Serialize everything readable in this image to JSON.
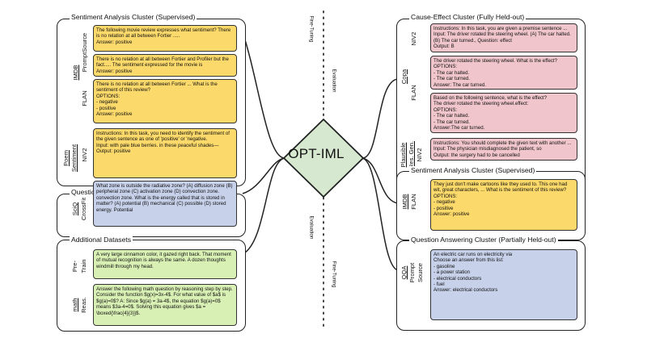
{
  "center": {
    "label": "OPT-IML",
    "color": "#d7e8d0"
  },
  "axis_labels": {
    "top_left": "Fine-Tuning",
    "top_right": "Evaluation",
    "bottom_left": "Evaluation",
    "bottom_right": "Fine-Tuning"
  },
  "left": {
    "sentiment": {
      "title": "Sentiment Analysis Cluster (Supervised)",
      "groups": {
        "imdb": "IMDB",
        "promptsource": "PromptSource",
        "flan": "FLAN",
        "poem": "Poem",
        "sentiment_sub": "Sentiment",
        "niv2": "NIV2"
      },
      "boxes": [
        "The following movie review expresses what sentiment? There is no relation at all between Fortier .....\nAnswer: positive",
        "There is no relation at all between Fortier and Profiler but the fact..... The sentiment expressed for the movie is\nAnswer: positive",
        "There is no relation at all between Fortier ... What is the sentiment of this review?\nOPTIONS:\n- negative\n- positive\nAnswer: positive",
        "Instructions: In this task, you need to identify the sentiment of the given sentence as one of 'positive' or 'negative.\nInput: with pale blue berries. in these peaceful shades—\nOutput: positive"
      ]
    },
    "qa": {
      "title": "Question Answering Cluster (Partially Held-out)",
      "groups": {
        "sciq": "SciQ",
        "crossfit": "CrossFit"
      },
      "box": "What zone is outside the radiative zone? (A) diffusion zone (B) peripheral zone (C) activation zone (D) convection zone. convection zone. What is the energy called that is stored in matter? (A) potential (B) mechanical (C) possible (D) stored energy. Potential"
    },
    "additional": {
      "title": "Additional  Datasets",
      "groups": {
        "pre": "Pre-",
        "train": "Train",
        "math": "math",
        "reas": "Reas."
      },
      "boxes": [
        "A very large cinnamon color, it gazed right back. That moment of mutual recognition is always the same. A dozen thoughts windmill through my head.",
        "Answer the following math question by reasoning step by step.  Consider the function $g(x)=3x-4$.  For what value of $a$ is $g(a)=0$? A: Since $g(a) = 3a-4$, the equation $g(a)=0$ means $3a-4=0$.  Solving this equation gives $a = \\boxed{\\frac{4}{3}}$."
      ]
    }
  },
  "right": {
    "cause": {
      "title": "Cause-Effect Cluster (Fully Held-out)",
      "groups": {
        "niv2": "NIV2",
        "copa": "Copa",
        "flan": "FLAN",
        "plausible": "Plausible",
        "resgen": "Res. Gen.",
        "niv2b": "NIV2"
      },
      "boxes": [
        "Instructions: In this task, you are given a premise sentence ...\nInput: The driver rotated the steering wheel. (A) The car halted. (B) The car turned., Question: effect\nOutput: B",
        "The driver rotated the steering wheel. What is the effect?\nOPTIONS:\n- The car halted.\n- The car turned.\nAnswer: The car turned.",
        "Based on the following sentence, what is the effect?\nThe driver rotated the steering wheel.effect:\nOPTIONS:\n- The car halted.\n- The car turned.\nAnswer:The car turned.",
        "Instructions: You should complete the given text with another ...\nInput: The physician misdiagnosed the patient, so\nOutput: the surgery had to be cancelled"
      ]
    },
    "sentiment": {
      "title": "Sentiment Analysis Cluster (Supervised)",
      "groups": {
        "imdb": "IMDB",
        "flan": "FLAN"
      },
      "box": "They just don't make cartoons like they used to. This one had wit, great characters, ... What is the sentiment of this review?\nOPTIONS:\n- negative\n- positive\nAnswer: positive"
    },
    "qa": {
      "title": "Question Answering Cluster (Partially Held-out)",
      "groups": {
        "qqa": "QQA",
        "prompt": "Prompt",
        "source": "Source"
      },
      "box": "An electric car runs on electricity via\nChoose an answer from this list:\n- gasoline\n- a power station\n- electrical conductors\n- fuel\nAnswer: electrical conductors"
    }
  }
}
